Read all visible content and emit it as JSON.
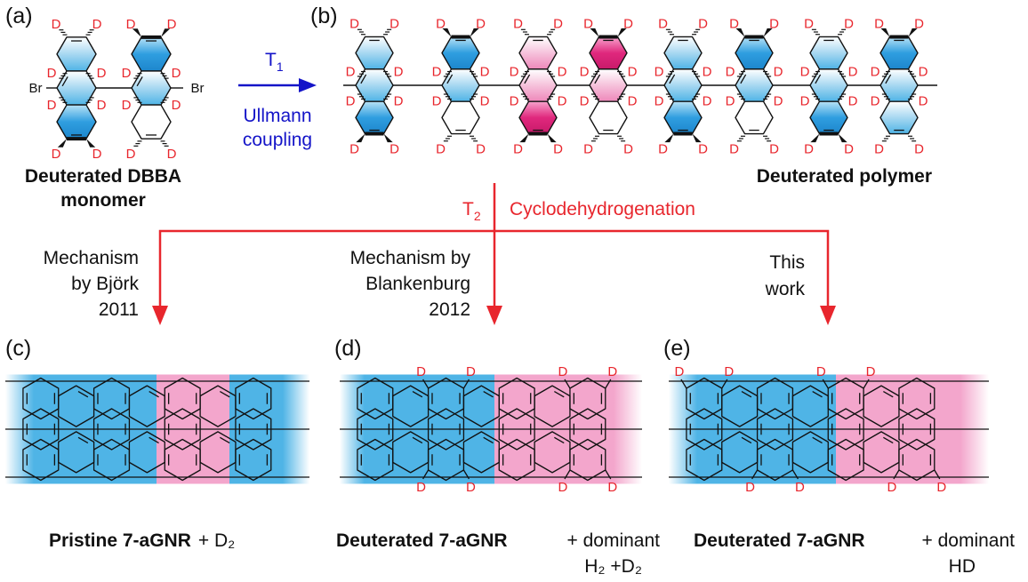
{
  "panel_labels": {
    "a": "(a)",
    "b": "(b)",
    "c": "(c)",
    "d": "(d)",
    "e": "(e)"
  },
  "colors": {
    "blue": "#4fb4e6",
    "pink": "#f3a6cc",
    "magenta": "#e0287d",
    "red": "#e8262d",
    "navy": "#1414c8"
  },
  "atoms": {
    "deuterium": "D",
    "bromine": "Br"
  },
  "step1": {
    "temp": "T",
    "sub": "1",
    "line1": "Ullmann",
    "line2": "coupling"
  },
  "step2": {
    "temp": "T",
    "sub": "2",
    "name": "Cyclodehydrogenation"
  },
  "monomer": {
    "line1": "Deuterated DBBA",
    "line2": "monomer"
  },
  "polymer": {
    "label": "Deuterated polymer"
  },
  "mechanisms": {
    "bjork": {
      "line1": "Mechanism",
      "line2": "by Björk",
      "line3": "2011"
    },
    "blankenburg": {
      "line1": "Mechanism by",
      "line2": "Blankenburg",
      "line3": "2012"
    },
    "thiswork": {
      "line1": "This",
      "line2": "work"
    }
  },
  "products": {
    "c": {
      "name": "Pristine 7-aGNR",
      "extra": "+ D₂"
    },
    "d": {
      "name": "Deuterated 7-aGNR",
      "extra1": "+ dominant",
      "extra2": "H₂ +D₂"
    },
    "e": {
      "name": "Deuterated 7-aGNR",
      "extra1": "+ dominant",
      "extra2": "HD"
    }
  }
}
